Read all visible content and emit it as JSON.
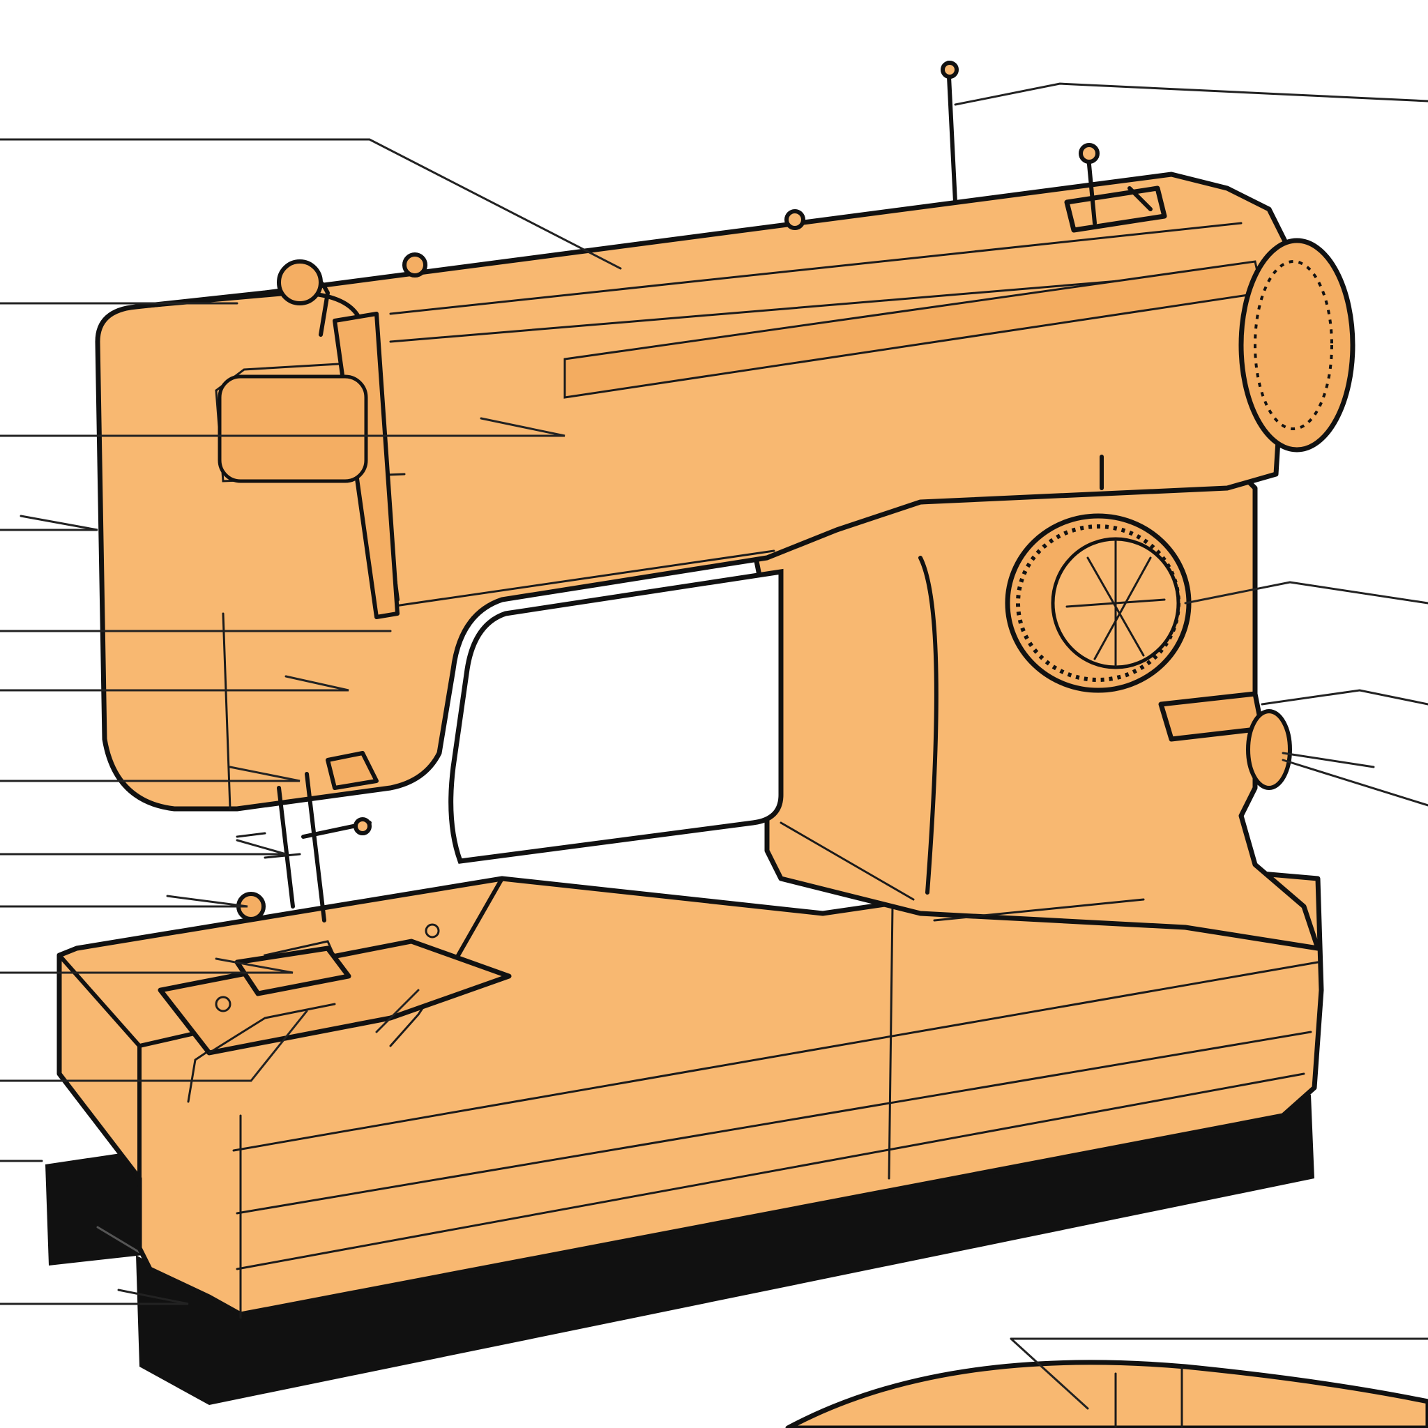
{
  "figure": {
    "subject": "sewing-machine",
    "colors": {
      "body": "#f8b871",
      "body_shade": "#f2a95c",
      "outline": "#111111",
      "base": "#111111",
      "background": "#ffffff"
    },
    "callouts": [
      {
        "id": "spool-pin",
        "side": "right",
        "label": ""
      },
      {
        "id": "top-cover",
        "side": "left",
        "label": ""
      },
      {
        "id": "thread-take-up-lever",
        "side": "left",
        "label": ""
      },
      {
        "id": "thread-guide",
        "side": "left",
        "label": ""
      },
      {
        "id": "face-plate",
        "side": "left",
        "label": ""
      },
      {
        "id": "tension-dial",
        "side": "left",
        "label": ""
      },
      {
        "id": "presser-bar-lifter",
        "side": "left",
        "label": ""
      },
      {
        "id": "needle-clamp",
        "side": "left",
        "label": ""
      },
      {
        "id": "presser-foot-screw",
        "side": "left",
        "label": ""
      },
      {
        "id": "presser-foot",
        "side": "left",
        "label": ""
      },
      {
        "id": "needle-plate",
        "side": "left",
        "label": ""
      },
      {
        "id": "slide-plate",
        "side": "left",
        "label": ""
      },
      {
        "id": "free-arm",
        "side": "left",
        "label": ""
      },
      {
        "id": "base-plate",
        "side": "left",
        "label": ""
      },
      {
        "id": "pattern-selector-dial",
        "side": "right",
        "label": ""
      },
      {
        "id": "reverse-lever",
        "side": "right",
        "label": ""
      },
      {
        "id": "stitch-length-dial",
        "side": "right",
        "label": ""
      },
      {
        "id": "hand-wheel",
        "side": "right",
        "label": ""
      },
      {
        "id": "detail-inset",
        "side": "right",
        "label": ""
      }
    ]
  }
}
